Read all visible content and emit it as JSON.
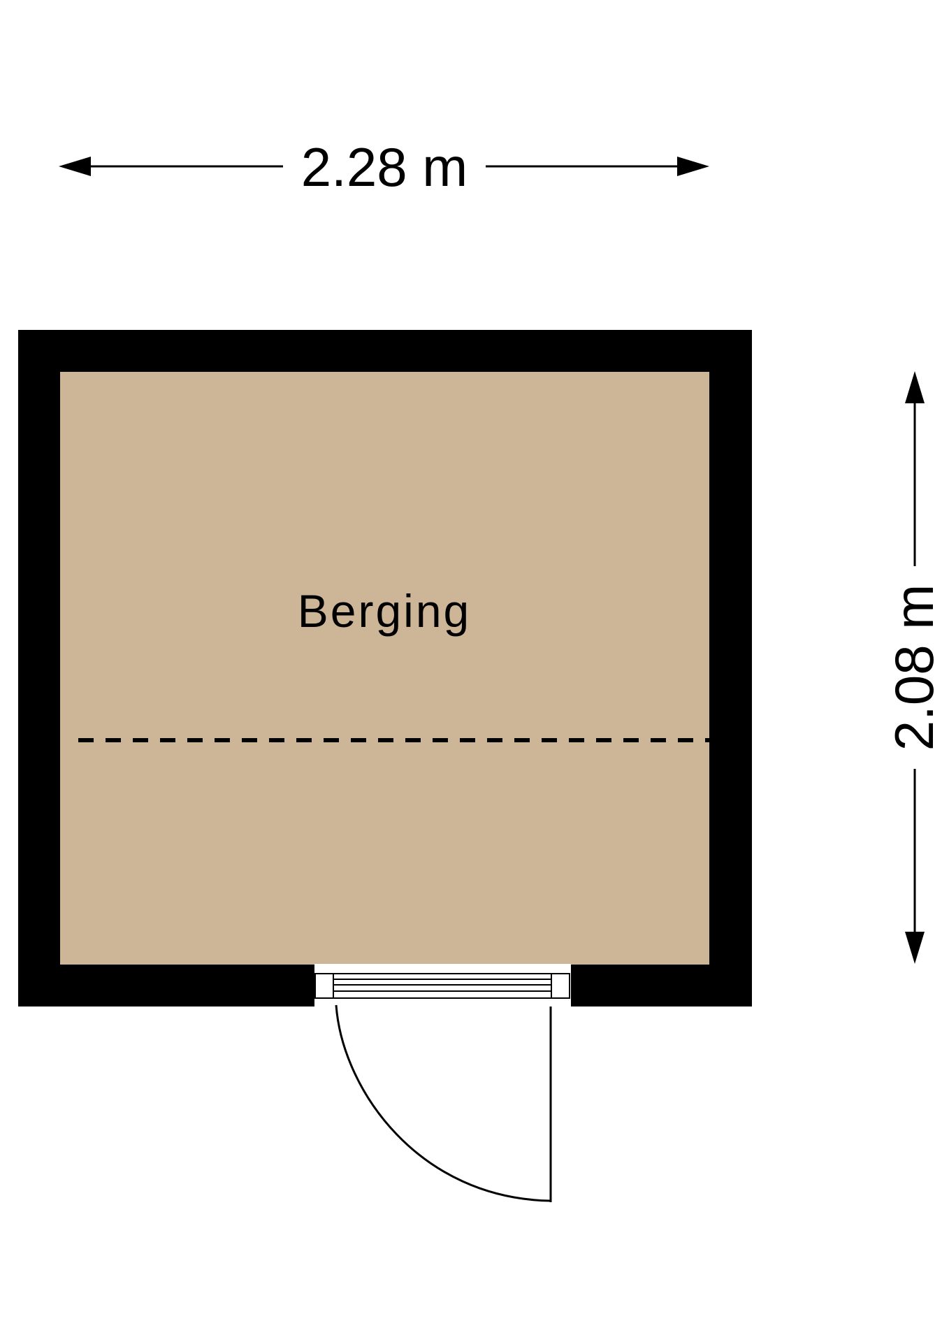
{
  "floorplan": {
    "room": {
      "name": "Berging",
      "floor_color": "#cdb597",
      "wall_color": "#000000"
    },
    "dimensions": {
      "width_label": "2.28 m",
      "height_label": "2.08 m"
    },
    "door": {
      "count": 1
    }
  }
}
